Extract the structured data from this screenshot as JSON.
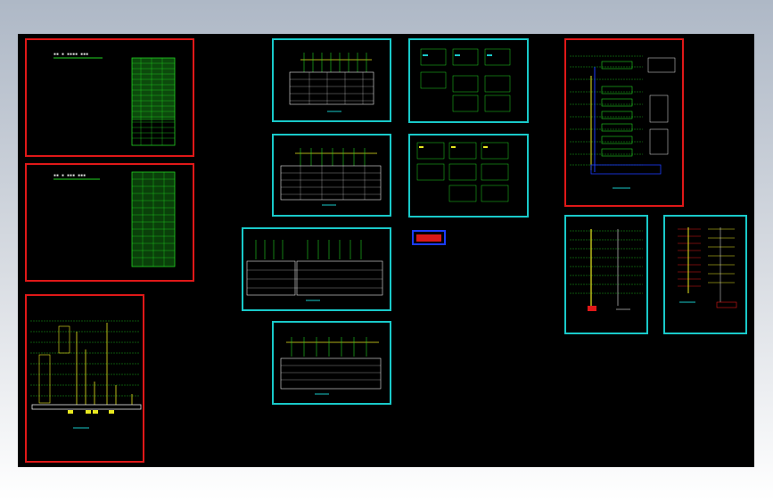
{
  "app": {
    "name": "CAD drawing viewer"
  },
  "colors": {
    "background": "#000000",
    "frame_red": "#e01818",
    "frame_cyan": "#19c9c9",
    "line_green": "#22d322",
    "line_yellow": "#e8e820",
    "line_white": "#e8e8e8",
    "line_magenta": "#e020e0"
  },
  "sheets": [
    {
      "id": "sheet-1",
      "frame": "red"
    },
    {
      "id": "sheet-2",
      "frame": "red"
    },
    {
      "id": "sheet-3",
      "frame": "red"
    },
    {
      "id": "sheet-4",
      "frame": "cyan"
    },
    {
      "id": "sheet-5",
      "frame": "cyan"
    },
    {
      "id": "sheet-6",
      "frame": "cyan"
    },
    {
      "id": "sheet-7",
      "frame": "cyan"
    },
    {
      "id": "sheet-8",
      "frame": "cyan"
    },
    {
      "id": "sheet-9",
      "frame": "cyan"
    },
    {
      "id": "sheet-10",
      "frame": "red"
    },
    {
      "id": "sheet-11",
      "frame": "cyan"
    },
    {
      "id": "sheet-12",
      "frame": "cyan"
    },
    {
      "id": "legend-box",
      "frame": "blue"
    }
  ]
}
